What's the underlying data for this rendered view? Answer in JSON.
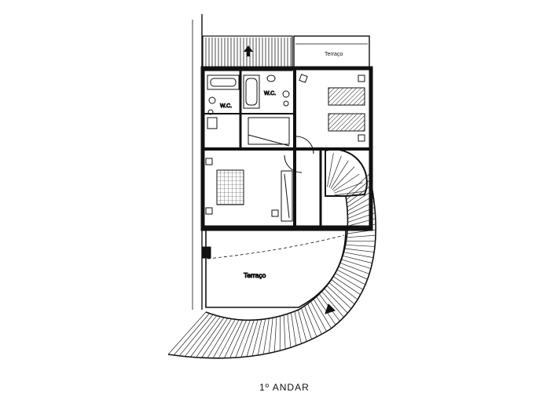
{
  "plan": {
    "caption": "1º ANDAR",
    "rooms": {
      "terrace_top": "Terraço",
      "terrace_bottom": "Terraço",
      "wc_left": "W.C.",
      "wc_right": "W.C."
    }
  },
  "colors": {
    "ink": "#111111",
    "paper": "#ffffff",
    "hatch": "#444444"
  },
  "icons": [
    "north-arrow-icon",
    "entry-arrow-icon"
  ]
}
